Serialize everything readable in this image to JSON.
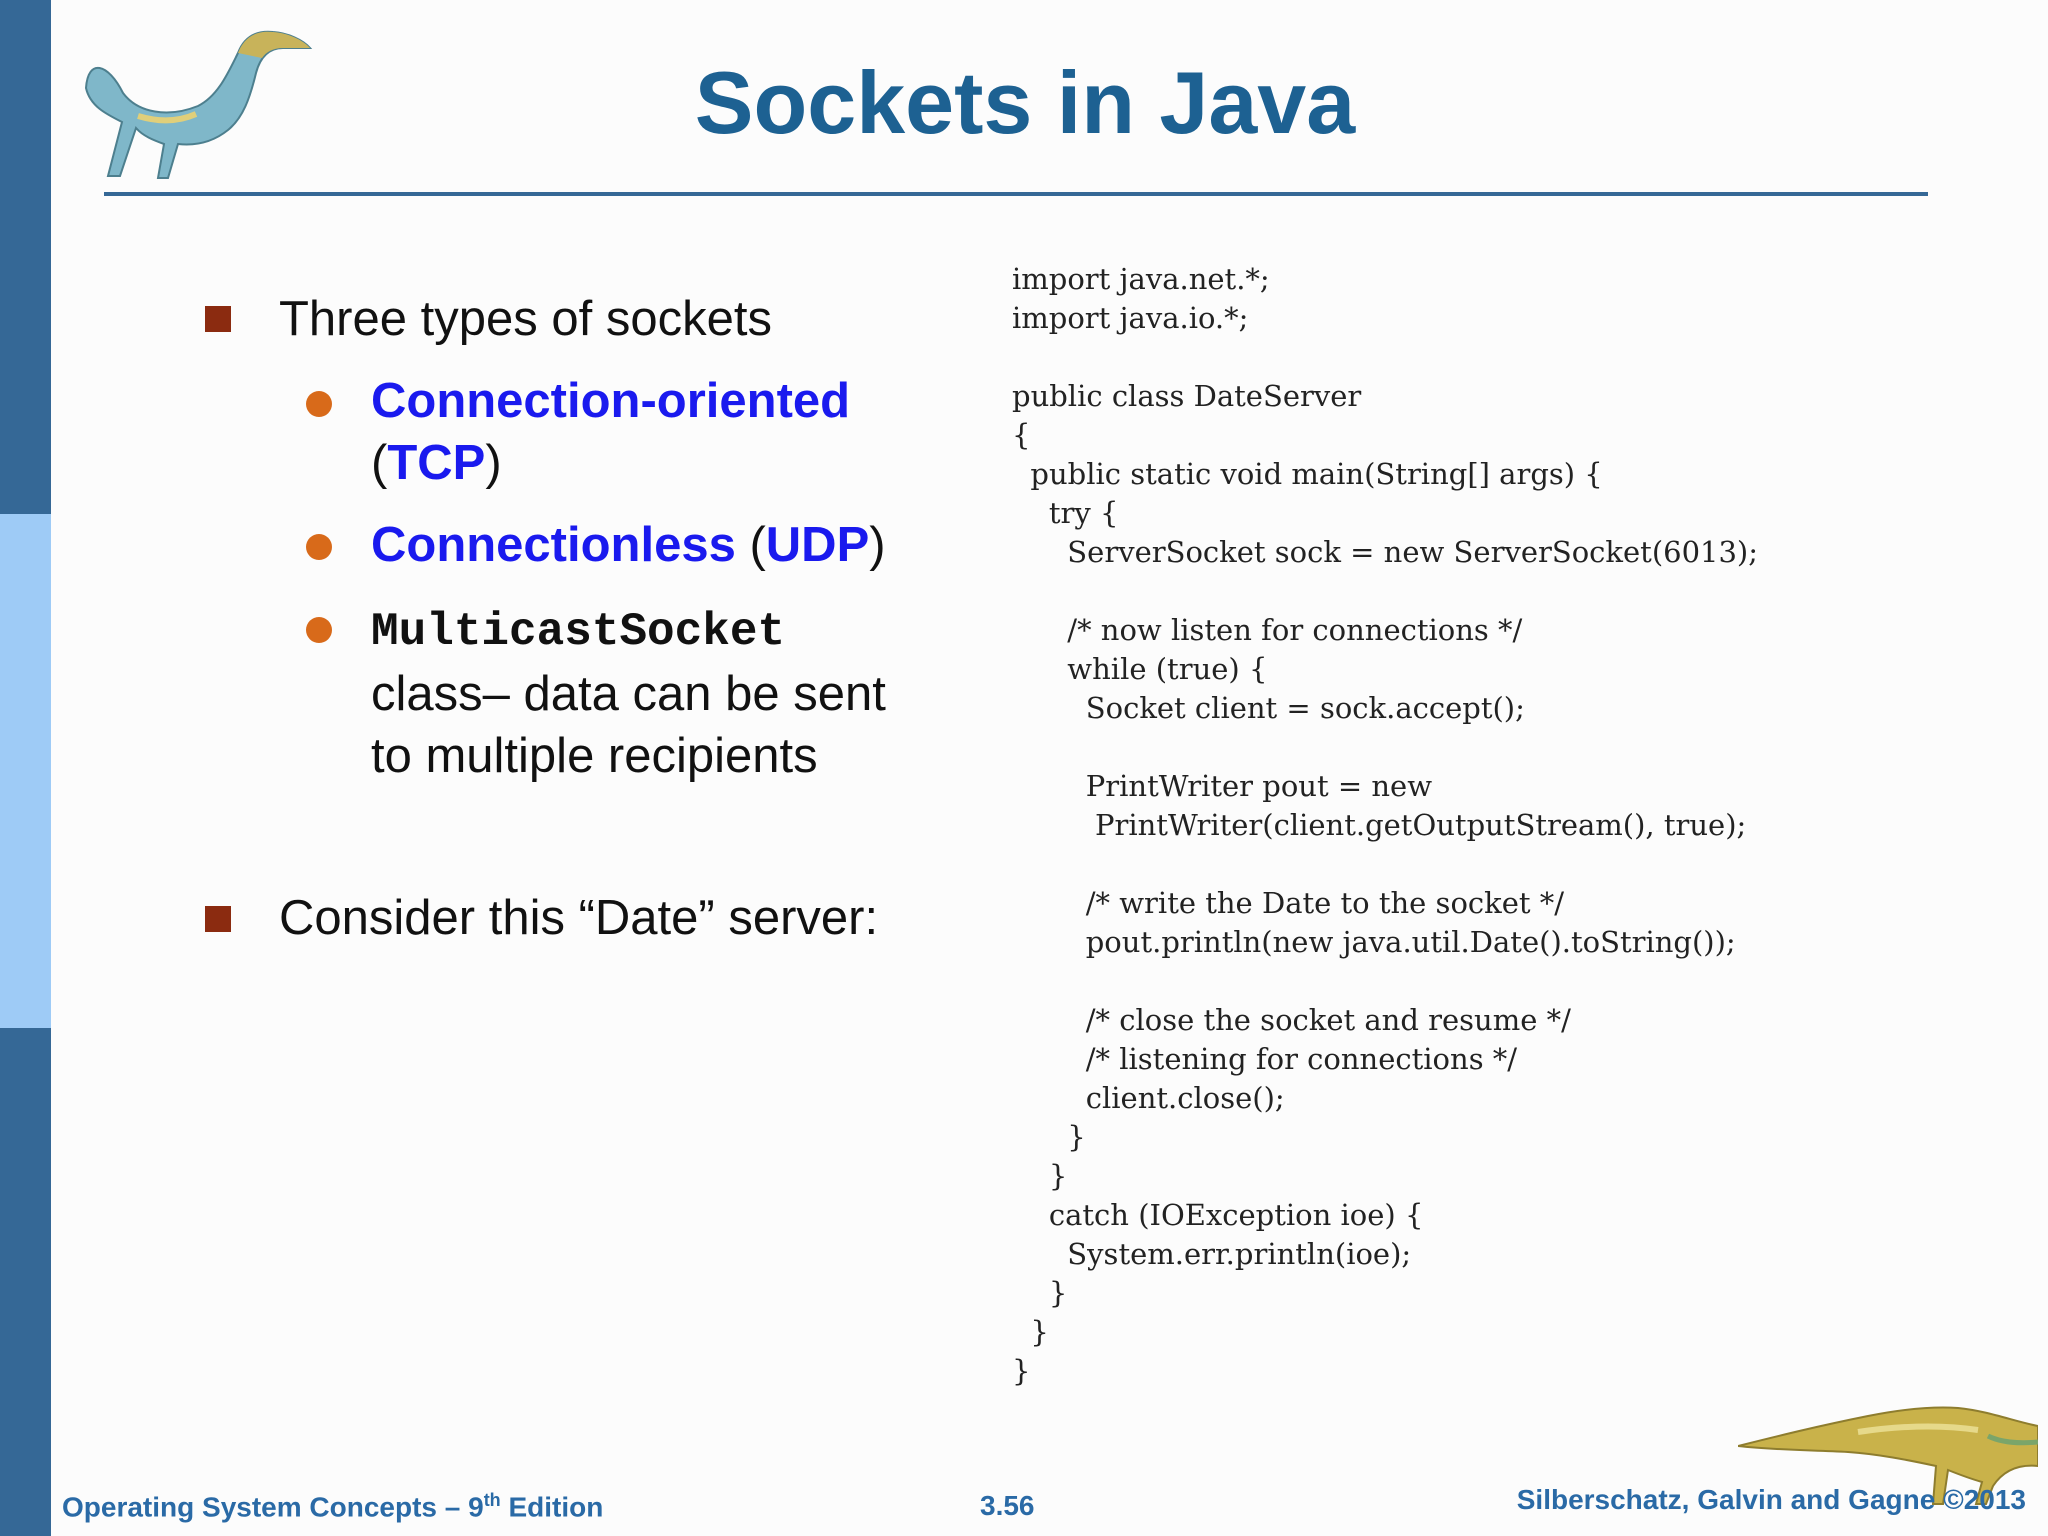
{
  "slide": {
    "title": "Sockets in Java",
    "bullets": [
      {
        "text": "Three types of sockets",
        "subs": [
          {
            "bold1": "Connection-oriented",
            "open": "(",
            "bold2": "TCP",
            "close": ")"
          },
          {
            "bold1": "Connectionless",
            "space": " (",
            "bold2": "UDP",
            "close": ")"
          },
          {
            "mono": "MulticastSocket",
            "line2": "class– data can be sent",
            "line3": "to multiple recipients"
          }
        ]
      },
      {
        "text": "Consider this “Date” server:"
      }
    ]
  },
  "code_lines": [
    "import java.net.*;",
    "import java.io.*;",
    "",
    "public class DateServer",
    "{",
    "  public static void main(String[] args) {",
    "    try {",
    "      ServerSocket sock = new ServerSocket(6013);",
    "",
    "      /* now listen for connections */",
    "      while (true) {",
    "        Socket client = sock.accept();",
    "",
    "        PrintWriter pout = new",
    "         PrintWriter(client.getOutputStream(), true);",
    "",
    "        /* write the Date to the socket */",
    "        pout.println(new java.util.Date().toString());",
    "",
    "        /* close the socket and resume */",
    "        /* listening for connections */",
    "        client.close();",
    "      }",
    "    }",
    "    catch (IOException ioe) {",
    "      System.err.println(ioe);",
    "    }",
    "  }",
    "}"
  ],
  "footer": {
    "left_main": "Operating System Concepts – 9",
    "left_sup": "th",
    "left_end": " Edition",
    "center": "3.56",
    "right": "Silberschatz, Galvin and Gagne ©2013"
  },
  "colors": {
    "title": "#1d6192",
    "sidebar_dark": "#356896",
    "sidebar_light": "#9ecbf6",
    "bullet_square": "#8b2b10",
    "bullet_dot": "#d86a1a",
    "keyword_blue": "#1a1aee",
    "footer": "#2a6aa6"
  }
}
